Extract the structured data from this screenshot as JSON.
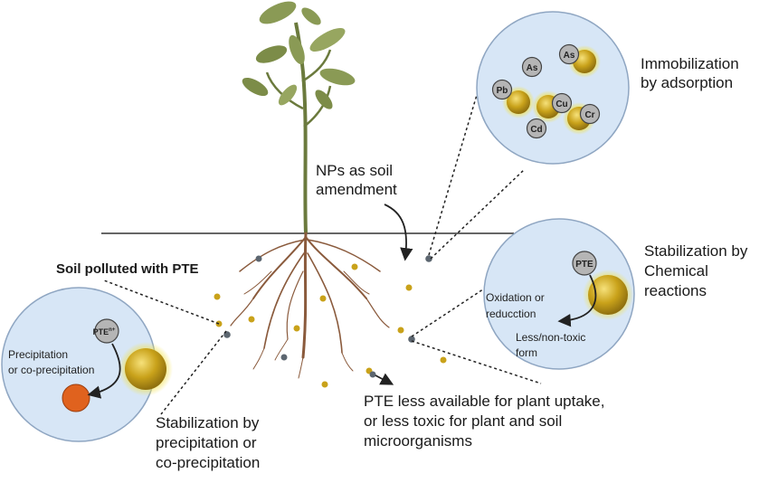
{
  "labels": {
    "np_amendment": [
      "NPs as soil",
      "amendment"
    ],
    "soil_polluted": "Soil polluted with PTE",
    "immobilization": [
      "Immobilization",
      "by adsorption"
    ],
    "stab_chemical": [
      "Stabilization by",
      "Chemical",
      "reactions"
    ],
    "stab_precip": [
      "Stabilization by",
      "precipitation or",
      "co-precipitation"
    ],
    "pte_less": [
      "PTE less available for plant uptake,",
      "or less toxic for plant and soil",
      "microorganisms"
    ]
  },
  "adsorption_metals": [
    "As",
    "As",
    "Pb",
    "Cu",
    "Cr",
    "Cd"
  ],
  "chem_circle": {
    "pte": "PTE",
    "reaction": [
      "Oxidation or",
      "reducction"
    ],
    "result": [
      "Less/non-toxic",
      "form"
    ]
  },
  "precip_circle": {
    "pte": "PTE",
    "pte_charge": "n+",
    "reaction": [
      "Precipitation",
      "or co-precipitation"
    ]
  },
  "colors": {
    "circle_fill": "#d7e6f6",
    "circle_stroke": "#8fa6c2",
    "np_gold": "#c8a517",
    "np_glow": "#f2e24c",
    "leaf": "#8a9a55",
    "stem": "#6b7a3d",
    "root": "#8a5a3c",
    "precipitate": "#e0621e",
    "pte_grey": "#b5b5b5",
    "particle_dark": "#5c6670"
  }
}
